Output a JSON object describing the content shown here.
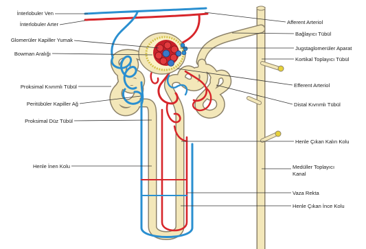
{
  "labels": {
    "interlobuler_ven": "İnterlobuler Ven",
    "interlobuler_arter": "İnterlobuler Arter",
    "glomeruler_kapiller_yumak": "Glomerüler Kapiller Yumak",
    "bowman_araligi": "Bowman Aralığı",
    "proksimal_kivrimli_tubul": "Proksimal Kıvrımlı Tübül",
    "peritubuler_kapiller_ag": "Peritübüler Kapiller Ağ",
    "proksimal_duz_tubul": "Proksimal Düz Tübül",
    "henle_inen_kolu": "Henle İnen Kolu",
    "afferent_arteriol": "Afferent Arteriol",
    "baglayici_tubul": "Bağlayıcı Tübül",
    "jugstaglomeruler_aparat": "Jugstaglomerüler Aparat",
    "kortikal_toplayici_tubul": "Kortikal Toplayıcı Tübül",
    "efferent_arteriol": "Efferent Arteriol",
    "distal_kivrimli_tubul": "Distal Kıvrımlı Tübül",
    "henle_cikan_kalin_kolu": "Henle Çıkan Kalın Kolu",
    "medullar_toplayici_kanal_1": "Medüller Toplayıcı",
    "medullar_toplayici_kanal_2": "Kanal",
    "vaza_rekta": "Vaza Rekta",
    "henle_cikan_ince_kolu": "Henle Çıkan İnce Kolu"
  },
  "colors": {
    "tubule_fill": "#f3e7b9",
    "tubule_outline": "#8c826a",
    "artery_red": "#d7252a",
    "vein_blue": "#2a8fd0",
    "capsule_yellow": "#d4c24a",
    "leader_line": "#333333"
  }
}
